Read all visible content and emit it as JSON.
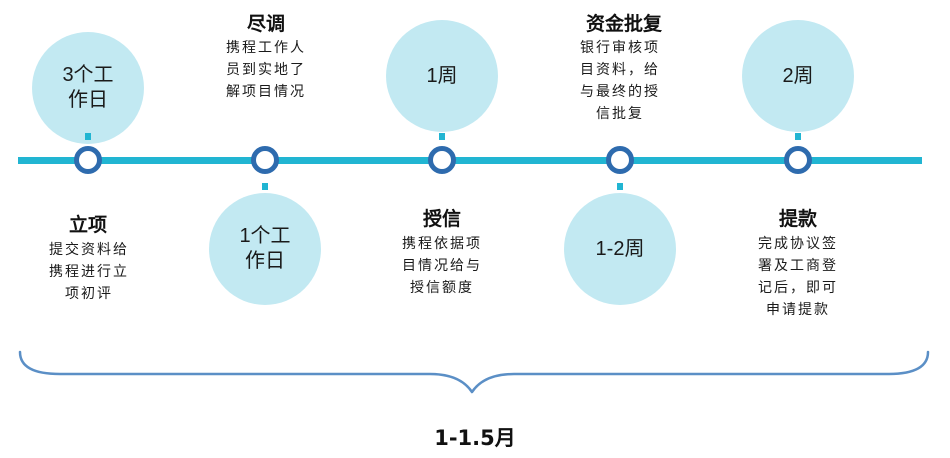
{
  "stages": [
    {
      "title": "立项",
      "description": "提交资料给携程进行立项初评",
      "duration": "3个工作日"
    },
    {
      "title": "尽调",
      "description": "携程工作人员到实地了解项目情况",
      "duration": "1个工作日"
    },
    {
      "title": "授信",
      "description": "携程依据项目情况给与授信额度",
      "duration": "1周"
    },
    {
      "title": "资金批复",
      "description": "银行审核项目资料，给与最终的授信批复",
      "duration": "1-2周"
    },
    {
      "title": "提款",
      "description": "完成协议签署及工商登记后，即可申请提款",
      "duration": "2周"
    }
  ],
  "total_duration": "1-1.5月",
  "colors": {
    "line": "#21B5D2",
    "node_ring": "#2E6BAE",
    "duration_fill": "#C2E9F2",
    "brace": "#5B8FC6"
  }
}
